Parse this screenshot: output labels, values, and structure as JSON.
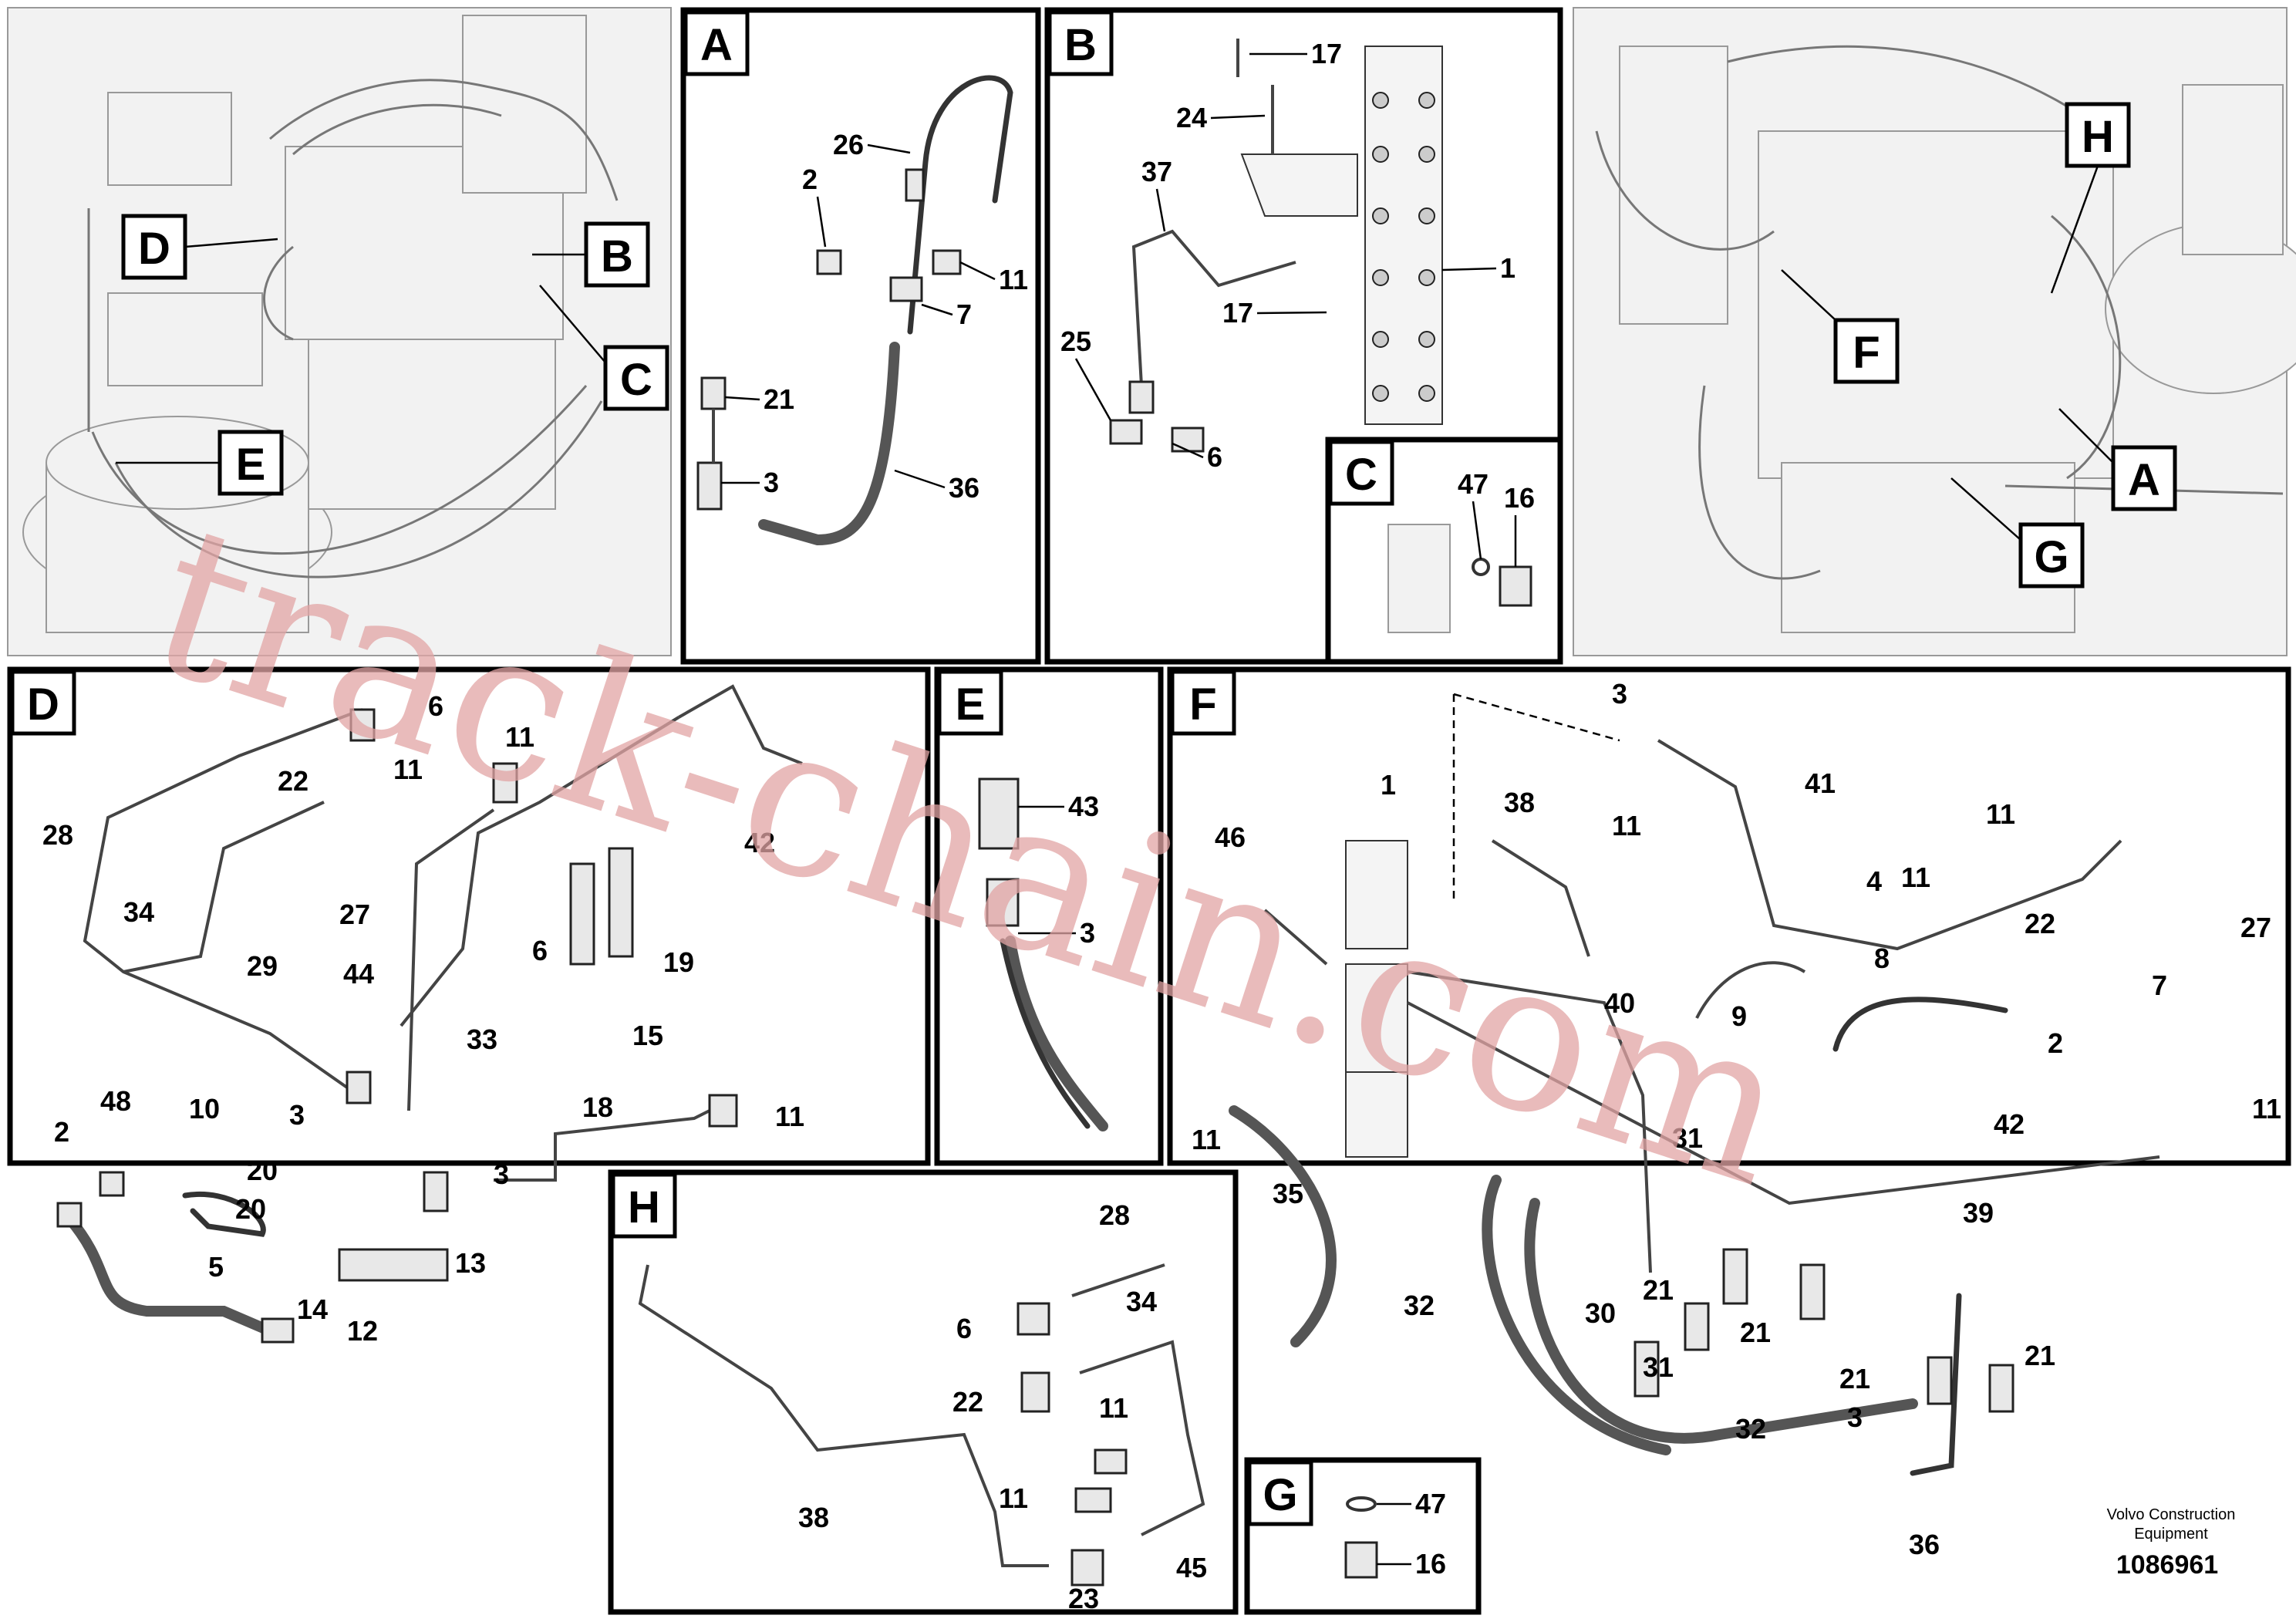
{
  "panels": {
    "A": {
      "tag": "A",
      "labels": [
        "26",
        "2",
        "11",
        "7",
        "21",
        "3",
        "36"
      ]
    },
    "B": {
      "tag": "B",
      "labels": [
        "17",
        "24",
        "37",
        "1",
        "17",
        "25",
        "6"
      ]
    },
    "C": {
      "tag": "C",
      "labels": [
        "47",
        "16"
      ]
    },
    "D": {
      "tag": "D",
      "labels": [
        "6",
        "11",
        "22",
        "11",
        "28",
        "34",
        "27",
        "29",
        "44",
        "6",
        "19",
        "33",
        "15",
        "42",
        "3",
        "18",
        "11",
        "2",
        "48",
        "10",
        "20",
        "20",
        "3",
        "5",
        "14",
        "12",
        "13"
      ]
    },
    "E": {
      "tag": "E",
      "labels": [
        "43",
        "3"
      ]
    },
    "F": {
      "tag": "F",
      "labels": [
        "3",
        "1",
        "38",
        "11",
        "41",
        "46",
        "11",
        "4",
        "11",
        "22",
        "27",
        "8",
        "7",
        "9",
        "40",
        "2",
        "42",
        "11",
        "11",
        "35",
        "31",
        "39",
        "32",
        "30",
        "21",
        "21",
        "31",
        "21",
        "21",
        "32",
        "3",
        "36"
      ]
    },
    "G": {
      "tag": "G",
      "labels": [
        "47",
        "16"
      ]
    },
    "H": {
      "tag": "H",
      "labels": [
        "28",
        "34",
        "6",
        "22",
        "11",
        "11",
        "38",
        "45",
        "23"
      ]
    }
  },
  "overview_left": {
    "callouts": [
      "D",
      "B",
      "C",
      "E"
    ]
  },
  "overview_right": {
    "callouts": [
      "H",
      "F",
      "A",
      "G"
    ]
  },
  "watermark": "track-chain.com",
  "footer": {
    "brand_line1": "Volvo Construction",
    "brand_line2": "Equipment",
    "doc_number": "1086961"
  }
}
